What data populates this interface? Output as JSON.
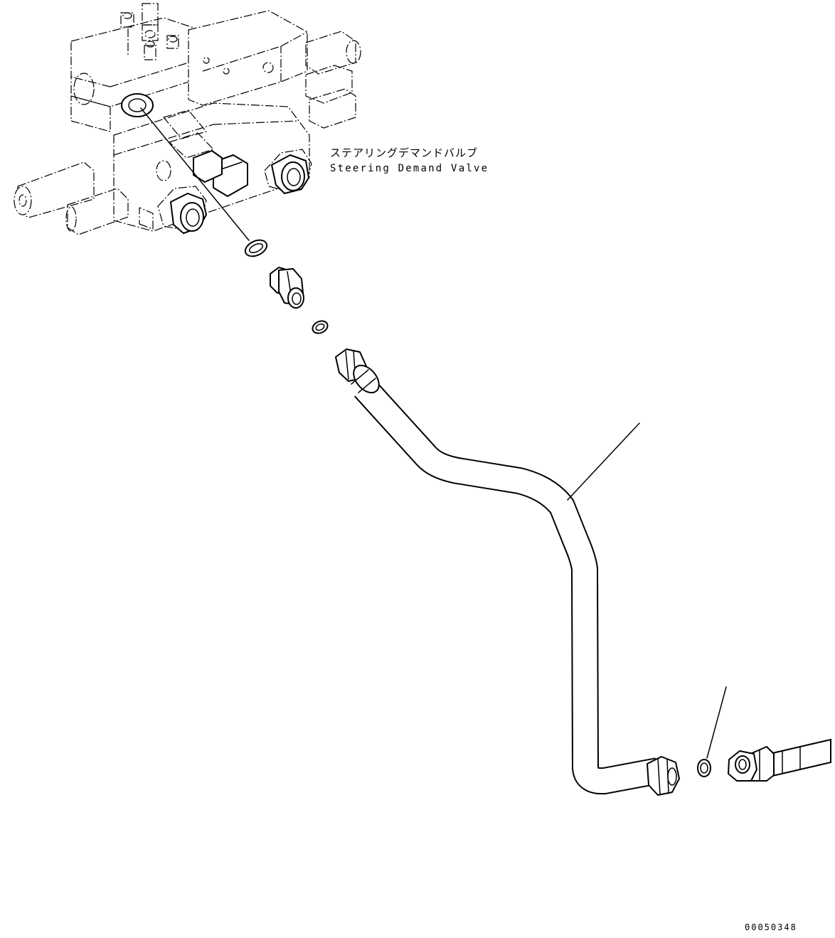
{
  "labels": {
    "valve_jp": "ステアリングデマンドバルブ",
    "valve_en": "Steering Demand Valve"
  },
  "figure_number": "00050348"
}
